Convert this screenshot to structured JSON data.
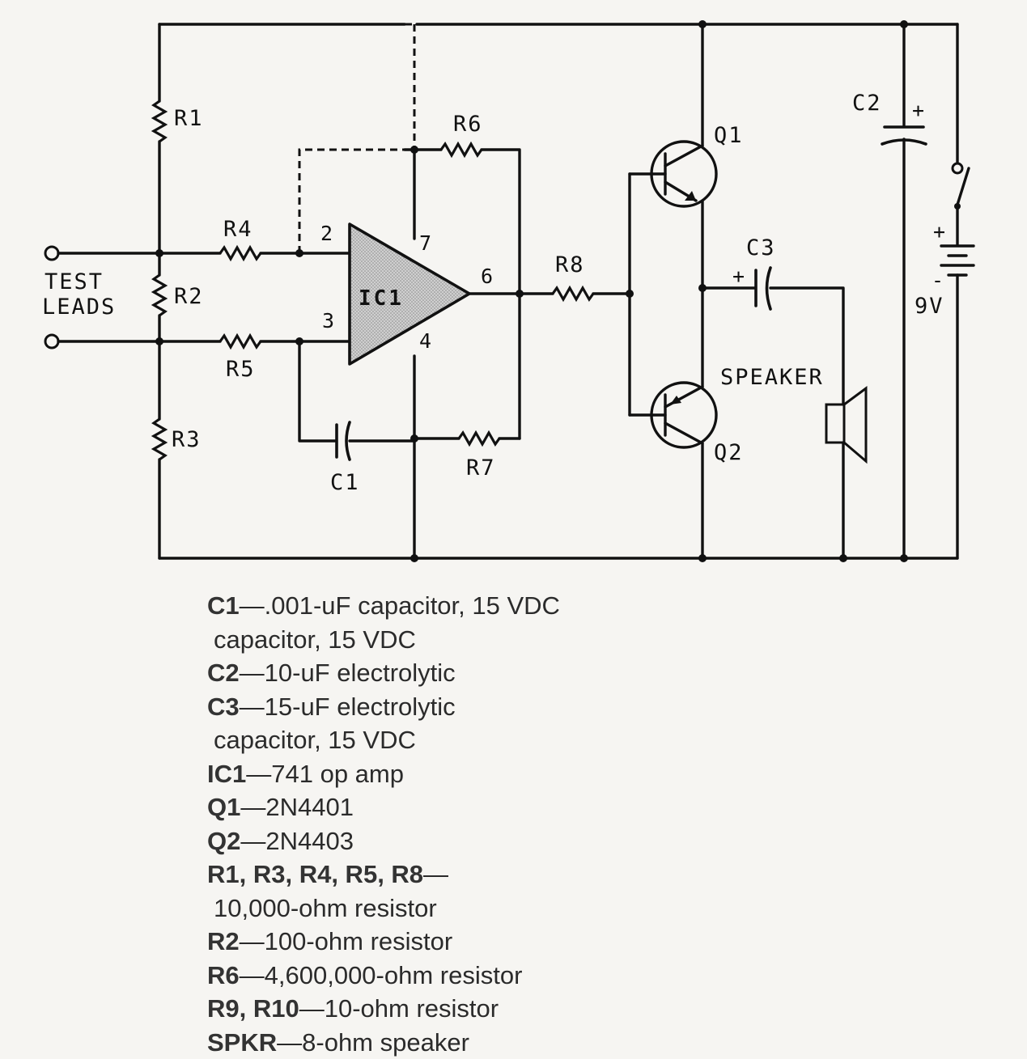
{
  "schematic": {
    "labels": {
      "r1": "R1",
      "r2": "R2",
      "r3": "R3",
      "r4": "R4",
      "r5": "R5",
      "r6": "R6",
      "r7": "R7",
      "r8": "R8",
      "c1": "C1",
      "c2": "C2",
      "c3": "C3",
      "ic1": "IC1",
      "q1": "Q1",
      "q2": "Q2",
      "speaker": "SPEAKER",
      "battery": "9V",
      "test_leads_1": "TEST",
      "test_leads_2": "LEADS"
    },
    "pins": {
      "p2": "2",
      "p3": "3",
      "p4": "4",
      "p6": "6",
      "p7": "7"
    },
    "polarity": {
      "plus": "+",
      "minus": "-"
    }
  },
  "parts_list": [
    {
      "ref": "C1",
      "sep": "—",
      "desc": ".001-uF capacitor, 15 VDC"
    },
    {
      "ref": "",
      "sep": "",
      "desc": "capacitor, 15 VDC"
    },
    {
      "ref": "C2",
      "sep": "—",
      "desc": "10-uF electrolytic"
    },
    {
      "ref": "C3",
      "sep": "—",
      "desc": "15-uF electrolytic"
    },
    {
      "ref": "",
      "sep": "",
      "desc": "capacitor, 15 VDC"
    },
    {
      "ref": "IC1",
      "sep": "—",
      "desc": "741 op amp"
    },
    {
      "ref": "Q1",
      "sep": "—",
      "desc": "2N4401"
    },
    {
      "ref": "Q2",
      "sep": "—",
      "desc": "2N4403"
    },
    {
      "ref": "R1, R3, R4, R5, R8",
      "sep": "—",
      "desc": ""
    },
    {
      "ref": "",
      "sep": "",
      "desc": "10,000-ohm resistor"
    },
    {
      "ref": "R2",
      "sep": "—",
      "desc": "100-ohm resistor"
    },
    {
      "ref": "R6",
      "sep": "—",
      "desc": "4,600,000-ohm resistor"
    },
    {
      "ref": "R9, R10",
      "sep": "—",
      "desc": "10-ohm resistor"
    },
    {
      "ref": "SPKR",
      "sep": "—",
      "desc": "8-ohm speaker"
    }
  ]
}
